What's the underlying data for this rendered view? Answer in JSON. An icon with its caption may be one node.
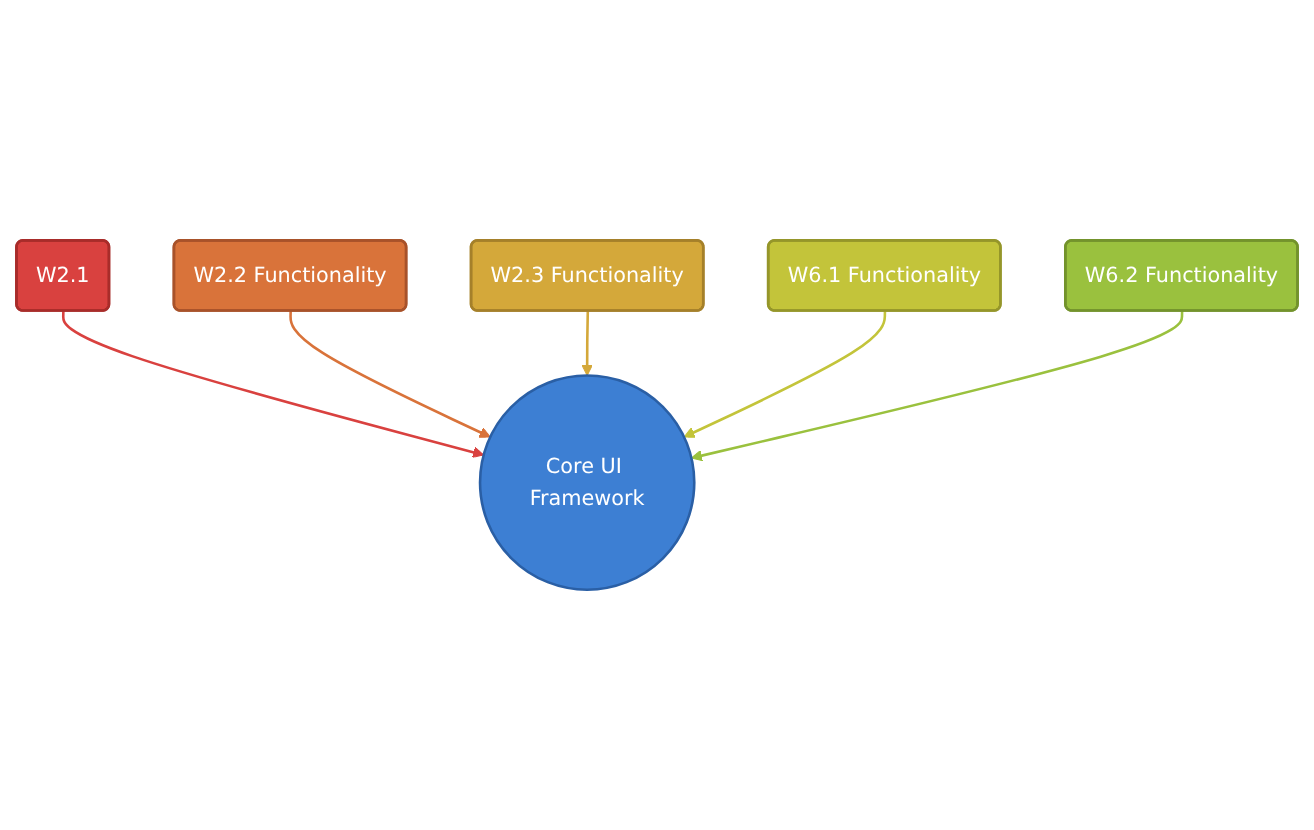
{
  "diagram": {
    "nodes": [
      {
        "text": [
          "Core UI Framework"
        ]
      },
      {
        "text": [
          "W2.1"
        ]
      },
      {
        "text": [
          "W2.2 Functionality"
        ]
      },
      {
        "text": [
          "W2.3 Functionality"
        ]
      },
      {
        "text": [
          "W6.1 Functionality"
        ]
      },
      {
        "text": [
          "W6.2 Functionality"
        ]
      }
    ],
    "edges": [
      {
        "from": 1,
        "to": 0,
        "arrow": "to",
        "color": "#d9413f"
      },
      {
        "from": 2,
        "to": 0,
        "arrow": "to",
        "color": "#d9733a"
      },
      {
        "from": 3,
        "to": 0,
        "arrow": "to",
        "color": "#d4a83a"
      },
      {
        "from": 4,
        "to": 0,
        "arrow": "to",
        "color": "#c3c43a"
      },
      {
        "from": 5,
        "to": 0,
        "arrow": "to",
        "color": "#9ac13e"
      }
    ]
  }
}
